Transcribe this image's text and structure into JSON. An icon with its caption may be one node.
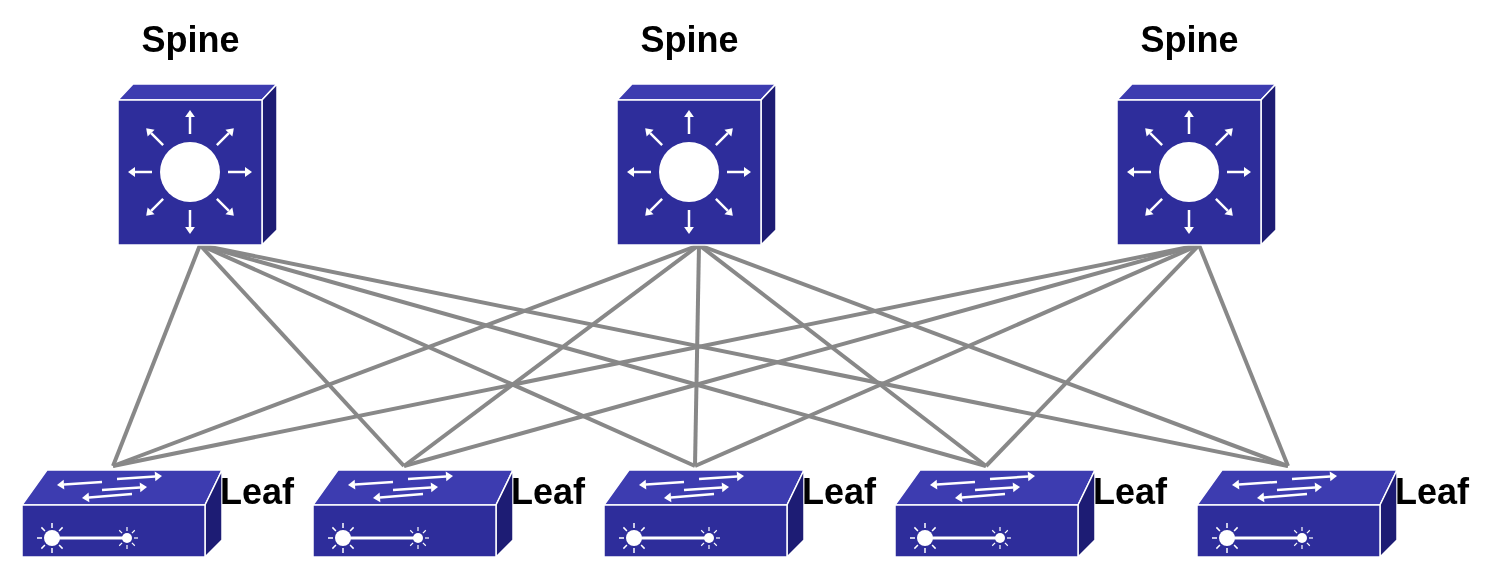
{
  "diagram": {
    "nodes": [
      {
        "text": [
          "Spine"
        ]
      },
      {
        "text": [
          "Spine"
        ]
      },
      {
        "text": [
          "Spine"
        ]
      },
      {
        "text": [],
        "shape": "picture",
        "beside": [
          "Leaf"
        ]
      },
      {
        "text": [],
        "shape": "picture",
        "beside": [
          "Leaf"
        ]
      },
      {
        "text": [],
        "shape": "picture",
        "beside": [
          "Leaf"
        ]
      },
      {
        "text": [],
        "shape": "picture",
        "beside": [
          "Leaf"
        ]
      },
      {
        "text": [],
        "shape": "picture",
        "beside": [
          "Leaf"
        ]
      }
    ],
    "edges": [
      {
        "from": 0,
        "to": 3,
        "arrow": "none"
      },
      {
        "from": 0,
        "to": 4,
        "arrow": "none"
      },
      {
        "from": 0,
        "to": 5,
        "arrow": "none"
      },
      {
        "from": 0,
        "to": 6,
        "arrow": "none"
      },
      {
        "from": 0,
        "to": 7,
        "arrow": "none"
      },
      {
        "from": 1,
        "to": 3,
        "arrow": "none"
      },
      {
        "from": 1,
        "to": 4,
        "arrow": "none"
      },
      {
        "from": 1,
        "to": 5,
        "arrow": "none"
      },
      {
        "from": 1,
        "to": 6,
        "arrow": "none"
      },
      {
        "from": 1,
        "to": 7,
        "arrow": "none"
      },
      {
        "from": 2,
        "to": 3,
        "arrow": "none"
      },
      {
        "from": 2,
        "to": 4,
        "arrow": "none"
      },
      {
        "from": 2,
        "to": 5,
        "arrow": "none"
      },
      {
        "from": 2,
        "to": 6,
        "arrow": "none"
      },
      {
        "from": 2,
        "to": 7,
        "arrow": "none"
      }
    ]
  }
}
